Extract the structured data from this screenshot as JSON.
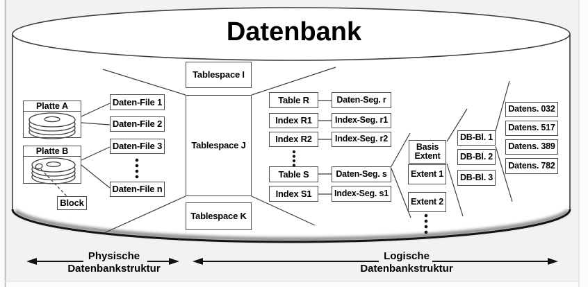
{
  "title": "Datenbank",
  "physical": {
    "disks": [
      {
        "label": "Platte A"
      },
      {
        "label": "Platte B"
      }
    ],
    "block_label": "Block",
    "data_files": [
      "Daten-File 1",
      "Daten-File 2",
      "Daten-File 3",
      "Daten-File n"
    ]
  },
  "tablespaces": [
    "Tablespace I",
    "Tablespace J",
    "Tablespace K"
  ],
  "logical": {
    "tables": [
      "Table R",
      "Index R1",
      "Index R2",
      "Table S",
      "Index S1"
    ],
    "segments": [
      "Daten-Seg. r",
      "Index-Seg. r1",
      "Index-Seg. r2",
      "Daten-Seg. s",
      "Index-Seg. s1"
    ],
    "extents": [
      "Basis Extent",
      "Extent 1",
      "Extent 2"
    ],
    "db_blocks": [
      "DB-Bl. 1",
      "DB-Bl. 2",
      "DB-Bl. 3"
    ],
    "records": [
      "Datens. 032",
      "Datens. 517",
      "Datens. 389",
      "Datens. 782"
    ]
  },
  "legend": {
    "physical_line1": "Physische",
    "physical_line2": "Datenbankstruktur",
    "logical_line1": "Logische",
    "logical_line2": "Datenbankstruktur"
  },
  "colors": {
    "stroke": "#3b3b3b",
    "slide_background": "#f2f2f2",
    "cylinder_fill": "#ffffff"
  }
}
